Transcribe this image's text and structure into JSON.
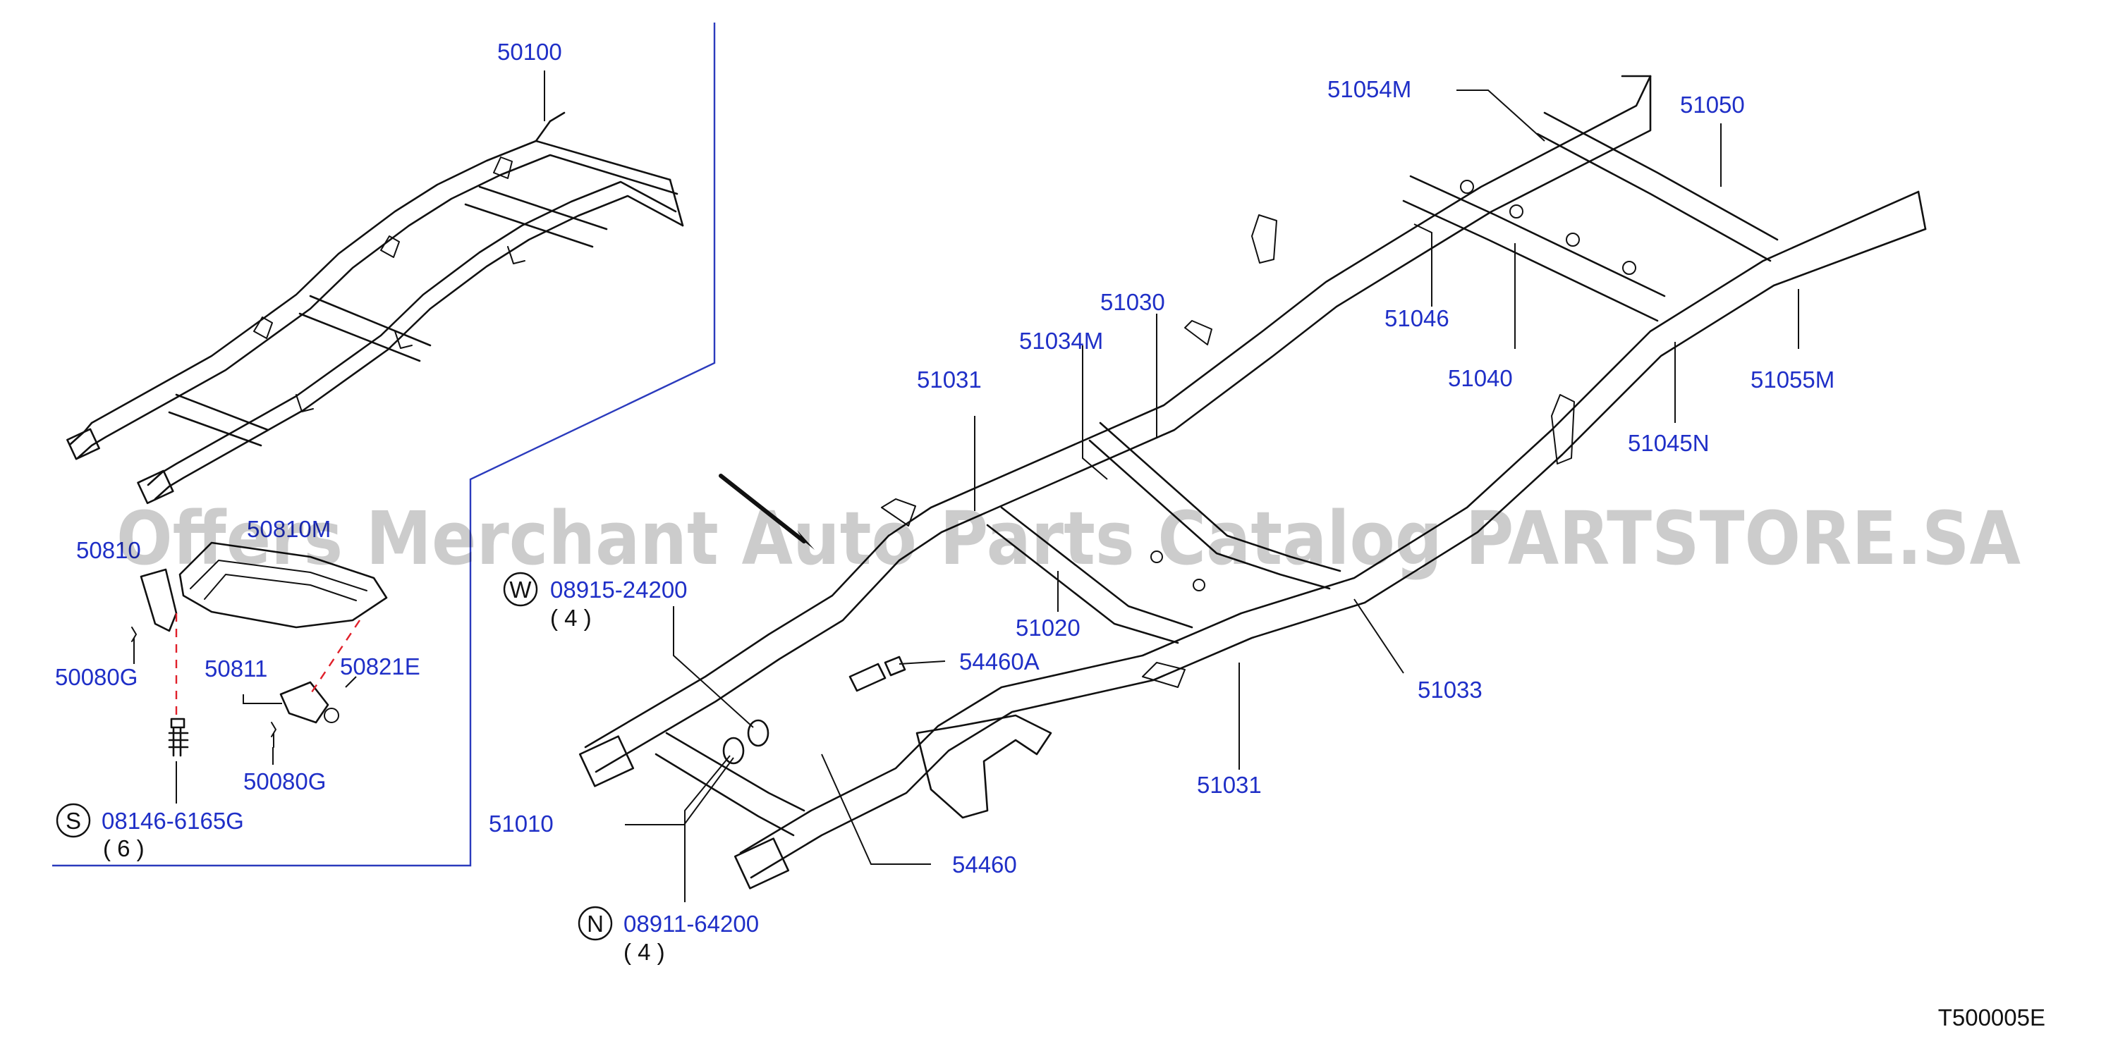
{
  "diagram": {
    "watermark": "Offers Merchant Auto Parts Catalog PARTSTORE.SA",
    "drawing_code": "T500005E",
    "callouts": [
      {
        "id": "50100",
        "text": "50100"
      },
      {
        "id": "50810",
        "text": "50810"
      },
      {
        "id": "50810M",
        "text": "50810M"
      },
      {
        "id": "50080G_a",
        "text": "50080G"
      },
      {
        "id": "50811",
        "text": "50811"
      },
      {
        "id": "50821E",
        "text": "50821E"
      },
      {
        "id": "50080G_b",
        "text": "50080G"
      },
      {
        "id": "08146",
        "text": "08146-6165G",
        "symbol": "S",
        "qty": "( 6 )"
      },
      {
        "id": "08915",
        "text": "08915-24200",
        "symbol": "W",
        "qty": "( 4 )"
      },
      {
        "id": "08911",
        "text": "08911-64200",
        "symbol": "N",
        "qty": "( 4 )"
      },
      {
        "id": "51010",
        "text": "51010"
      },
      {
        "id": "54460A",
        "text": "54460A"
      },
      {
        "id": "54460",
        "text": "54460"
      },
      {
        "id": "51031_a",
        "text": "51031"
      },
      {
        "id": "51034M",
        "text": "51034M"
      },
      {
        "id": "51030",
        "text": "51030"
      },
      {
        "id": "51020",
        "text": "51020"
      },
      {
        "id": "51033",
        "text": "51033"
      },
      {
        "id": "51031_b",
        "text": "51031"
      },
      {
        "id": "51046",
        "text": "51046"
      },
      {
        "id": "51040",
        "text": "51040"
      },
      {
        "id": "51054M",
        "text": "51054M"
      },
      {
        "id": "51050",
        "text": "51050"
      },
      {
        "id": "51055M",
        "text": "51055M"
      },
      {
        "id": "51045N",
        "text": "51045N"
      }
    ]
  }
}
